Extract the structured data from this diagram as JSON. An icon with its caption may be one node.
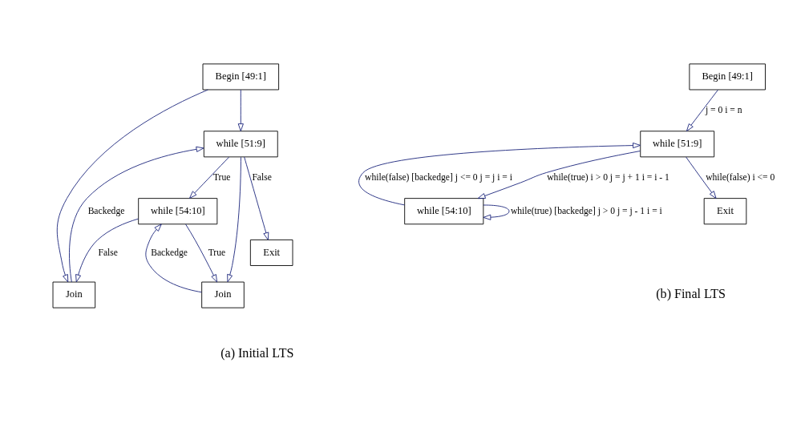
{
  "diagram": {
    "nodes": [
      {
        "text": [
          "Begin [49:1]"
        ]
      },
      {
        "text": [
          "while [51:9]"
        ]
      },
      {
        "text": [
          "while [54:10]"
        ]
      },
      {
        "text": [
          "Exit"
        ]
      },
      {
        "text": [
          "Join"
        ]
      },
      {
        "text": [
          "Join"
        ]
      },
      {
        "text": [
          "Begin [49:1]"
        ]
      },
      {
        "text": [
          "while [51:9]"
        ]
      },
      {
        "text": [
          "Exit"
        ]
      },
      {
        "text": [
          "while [54:10]"
        ]
      }
    ],
    "edges": [
      {
        "from": 0,
        "to": 1,
        "arrow": "to"
      },
      {
        "from": 0,
        "to": 5,
        "arrow": "to"
      },
      {
        "from": 1,
        "to": 2,
        "arrow": "to",
        "label": "True"
      },
      {
        "from": 1,
        "to": 3,
        "arrow": "to",
        "label": "False"
      },
      {
        "from": 1,
        "to": 4,
        "arrow": "to"
      },
      {
        "from": 2,
        "to": 4,
        "arrow": "to",
        "label": "True"
      },
      {
        "from": 2,
        "to": 5,
        "arrow": "to",
        "label": "False"
      },
      {
        "from": 4,
        "to": 2,
        "arrow": "to",
        "label": "Backedge"
      },
      {
        "from": 5,
        "to": 1,
        "arrow": "to",
        "label": "Backedge"
      },
      {
        "from": 6,
        "to": 7,
        "arrow": "to",
        "label": "j = 0 i = n"
      },
      {
        "from": 7,
        "to": 8,
        "arrow": "to",
        "label": "while(false) i <= 0"
      },
      {
        "from": 7,
        "to": 9,
        "arrow": "to",
        "label": "while(true) i > 0 j = j + 1 i = i - 1"
      },
      {
        "from": 9,
        "to": 7,
        "arrow": "to",
        "label": "while(false) [backedge] j <= 0 j = j i = i"
      },
      {
        "from": 9,
        "to": 9,
        "arrow": "to",
        "label": "while(true) [backedge] j > 0 j = j - 1 i = i"
      }
    ],
    "labels": [
      "(a) Initial LTS",
      "(b) Final LTS"
    ]
  }
}
